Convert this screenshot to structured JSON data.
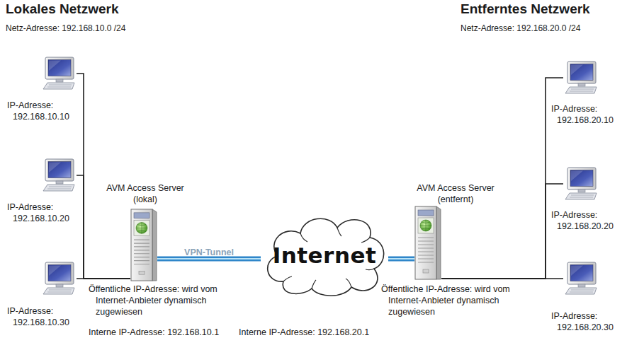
{
  "diagram": {
    "nodes": [
      {
        "text": [
          "IP-Adresse: 192.168.10.10"
        ]
      },
      {
        "text": [
          "IP-Adresse: 192.168.10.20"
        ]
      },
      {
        "text": [
          "IP-Adresse: 192.168.10.30"
        ]
      },
      {
        "text": [
          "AVM Access Server (lokal)",
          "Öffentliche IP-Adresse: wird vom Internet-Anbieter dynamisch zugewiesen",
          "Interne IP-Adresse: 192.168.10.1"
        ]
      },
      {
        "text": [
          "Internet"
        ]
      },
      {
        "text": [
          "AVM Access Server (entfernt)",
          "Öffentliche IP-Adresse: wird vom Internet-Anbieter dynamisch zugewiesen",
          "Interne IP-Adresse: 192.168.20.1"
        ]
      },
      {
        "text": [
          "IP-Adresse: 192.168.20.10"
        ]
      },
      {
        "text": [
          "IP-Adresse: 192.168.20.20"
        ]
      },
      {
        "text": [
          "IP-Adresse: 192.168.20.30"
        ]
      }
    ],
    "edges": [
      {
        "from": 0,
        "to": 3,
        "arrow": "none"
      },
      {
        "from": 1,
        "to": 3,
        "arrow": "none"
      },
      {
        "from": 2,
        "to": 3,
        "arrow": "none"
      },
      {
        "from": 3,
        "to": 4,
        "label": "VPN-Tunnel",
        "arrow": "none"
      },
      {
        "from": 4,
        "to": 5,
        "arrow": "none"
      },
      {
        "from": 5,
        "to": 6,
        "arrow": "none"
      },
      {
        "from": 5,
        "to": 7,
        "arrow": "none"
      },
      {
        "from": 5,
        "to": 8,
        "arrow": "none"
      }
    ],
    "labels": [
      "Lokales Netzwerk",
      "Netz-Adresse: 192.168.10.0 /24",
      "Entferntes Netzwerk",
      "Netz-Adresse: 192.168.20.0 /24"
    ]
  }
}
